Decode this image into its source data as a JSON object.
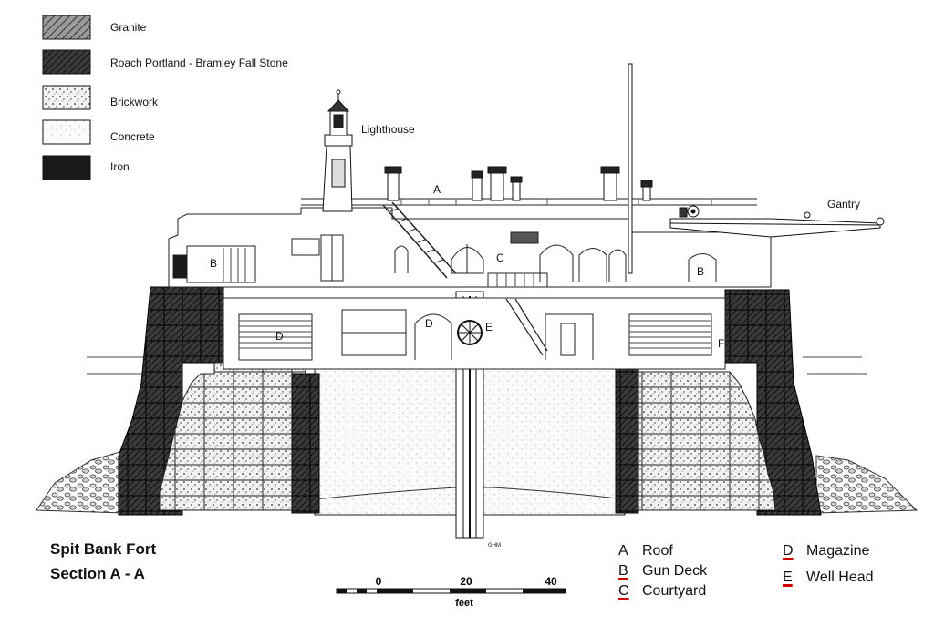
{
  "legend": [
    {
      "label": "Granite",
      "pattern": "granite"
    },
    {
      "label": "Roach Portland - Bramley Fall Stone",
      "pattern": "portland"
    },
    {
      "label": "Brickwork",
      "pattern": "brick"
    },
    {
      "label": "Concrete",
      "pattern": "concrete"
    },
    {
      "label": "Iron",
      "pattern": "iron"
    }
  ],
  "labels": {
    "lighthouse": "Lighthouse",
    "gantry": "Gantry",
    "roof_a": "A",
    "gun_deck_left": "B",
    "gun_deck_right": "B",
    "courtyard_c": "C",
    "magazine_left": "D",
    "magazine_mid": "D",
    "well_head_e": "E",
    "f_mark": "F",
    "initials": "GHM"
  },
  "title": {
    "line1": "Spit Bank Fort",
    "line2": "Section A - A"
  },
  "scale": {
    "ticks": [
      "0",
      "20",
      "40"
    ],
    "unit": "feet"
  },
  "key": [
    {
      "letter": "A",
      "text": "Roof",
      "underlined": false
    },
    {
      "letter": "B",
      "text": "Gun Deck",
      "underlined": true
    },
    {
      "letter": "C",
      "text": "Courtyard",
      "underlined": true
    },
    {
      "letter": "D",
      "text": "Magazine",
      "underlined": true
    },
    {
      "letter": "E",
      "text": "Well Head",
      "underlined": true
    }
  ],
  "colors": {
    "ink": "#111111",
    "underline": "#cc0000",
    "granite": "#444444",
    "brick_fill": "#e8e8e8"
  }
}
